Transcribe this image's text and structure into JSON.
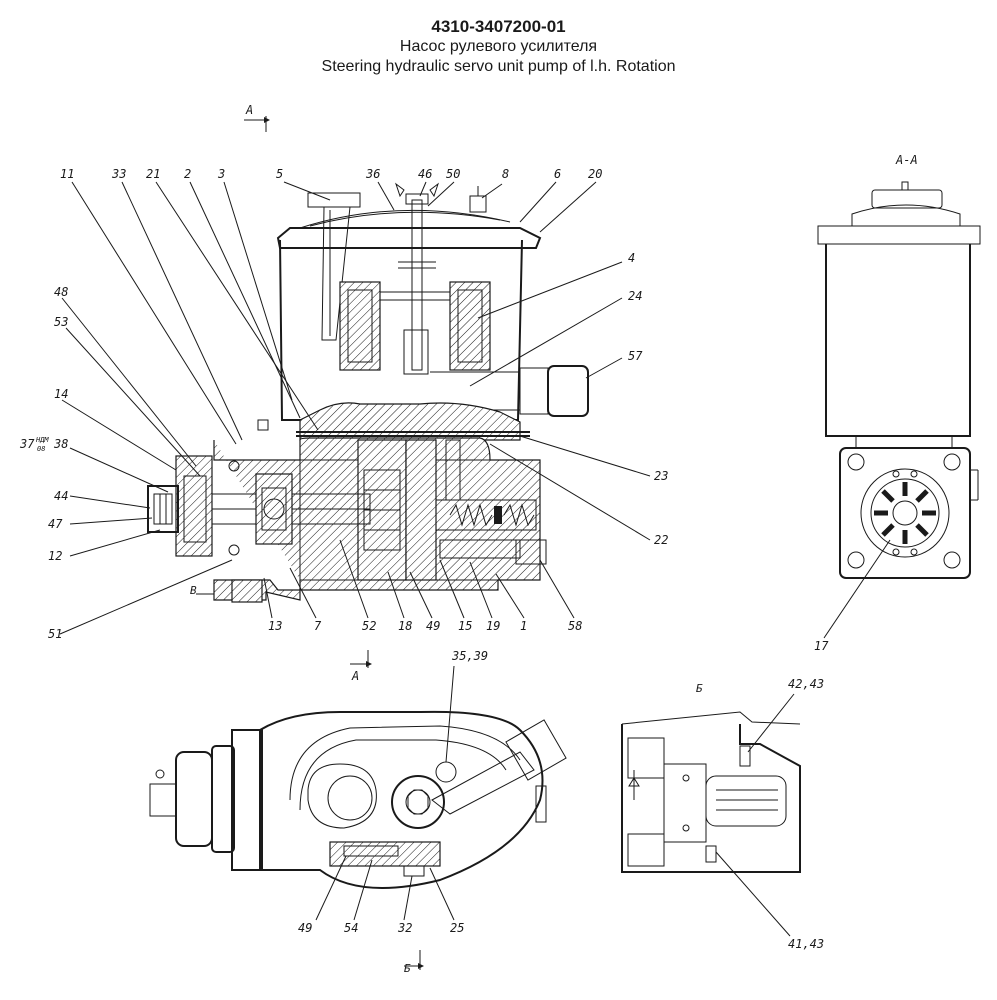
{
  "header": {
    "part_number": "4310-3407200-01",
    "title_ru": "Насос рулевого усилителя",
    "title_en": "Steering hydraulic servo unit pump of l.h. Rotation"
  },
  "section_labels": {
    "a_top": "А",
    "a_bottom": "А",
    "aa": "А-А",
    "b_view": "Б",
    "b_bottom": "Б",
    "v_mark": "В"
  },
  "callouts_main": {
    "c11": "11",
    "c33": "33",
    "c21": "21",
    "c2": "2",
    "c3": "3",
    "c5": "5",
    "c36": "36",
    "c46": "46",
    "c50": "50",
    "c8": "8",
    "c6": "6",
    "c20": "20",
    "c4": "4",
    "c24": "24",
    "c57": "57",
    "c48": "48",
    "c53": "53",
    "c14": "14",
    "c37": "37",
    "c37sup": "НДМ",
    "c37sub": "08",
    "c38": "38",
    "c44": "44",
    "c47": "47",
    "c12": "12",
    "c51": "51",
    "c13": "13",
    "c7": "7",
    "c52": "52",
    "c18": "18",
    "c49": "49",
    "c15": "15",
    "c19": "19",
    "c1": "1",
    "c58": "58",
    "c22": "22",
    "c23": "23"
  },
  "callouts_section": {
    "c17": "17"
  },
  "callouts_bottom": {
    "c3539": "35,39",
    "c49b": "49",
    "c54": "54",
    "c32": "32",
    "c25": "25"
  },
  "callouts_view_b": {
    "c4243": "42,43",
    "c4143": "41,43"
  }
}
